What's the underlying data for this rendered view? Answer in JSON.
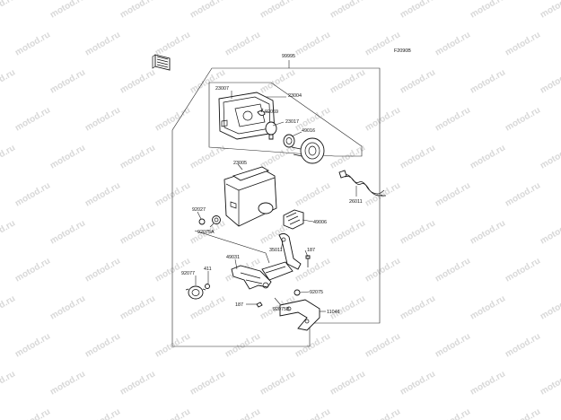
{
  "diagram": {
    "figure_code": "F2090B",
    "watermark_text": "motod.ru",
    "colors": {
      "line": "#222222",
      "watermark": "#d8d8d8",
      "background": "#ffffff"
    },
    "labels": {
      "assembly": "99995",
      "lens_unit": "23007",
      "headlight_housing_set": "23004",
      "socket_clip": "92069",
      "bulb": "23017",
      "bulb_cover": "49016",
      "case": "23005",
      "wire_harness": "26011",
      "cap_92027": "92027",
      "nut_92075a": "92075A",
      "boot": "49006",
      "bracket_35011": "35011",
      "bolt_187_top": "187",
      "grommet": "49031",
      "washer_411": "411",
      "knob": "92077",
      "nut_92075": "92075",
      "bolt_187_bottom": "187",
      "nut_92075b": "92075B",
      "bracket_11046": "11046"
    }
  }
}
